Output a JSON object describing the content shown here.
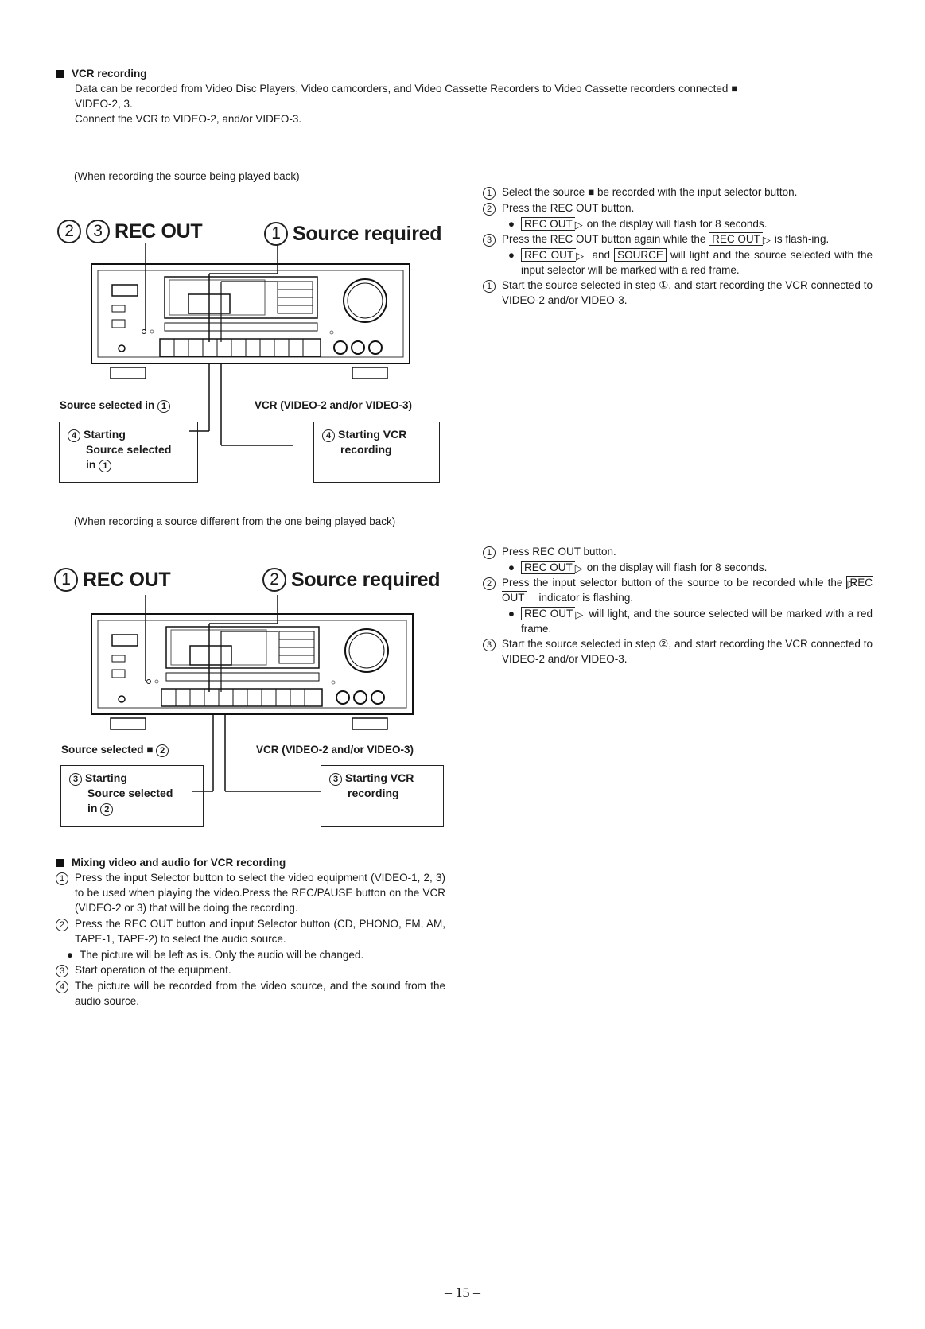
{
  "section1": {
    "heading": "VCR recording",
    "intro_line1": "Data can be recorded from Video Disc Players, Video camcorders, and Video Cassette Recorders to Video Cassette recorders connected ■",
    "intro_line2": "VIDEO-2, 3.",
    "intro_line3": "Connect the VCR to VIDEO-2, and/or VIDEO-3."
  },
  "case1": {
    "caption": "(When recording the source being played back)",
    "label_left": "REC OUT",
    "label_left_nums": [
      "2",
      "3"
    ],
    "label_right": "Source required",
    "label_right_num": "1",
    "source_selected_label": "Source selected in",
    "source_selected_num": "1",
    "vcr_label": "VCR (VIDEO-2 and/or VIDEO-3)",
    "box_left_num": "4",
    "box_left_lines": [
      "Starting",
      "Source selected",
      "in"
    ],
    "box_left_end_num": "1",
    "box_right_num": "4",
    "box_right_lines": [
      "Starting VCR",
      "recording"
    ],
    "steps": {
      "s1": "Select the source ■ be recorded with the input selector button.",
      "s2": "Press the REC OUT button.",
      "b1_box": "REC OUT",
      "b1_text": "on the display will flash for 8 seconds.",
      "s3_a": "Press the REC OUT button again while the",
      "s3_box": "REC OUT",
      "s3_b": "is flash-ing.",
      "b2_box1": "REC OUT",
      "b2_and": "and",
      "b2_box2": "SOURCE",
      "b2_text": "will light and the source selected with the input selector will be marked with a red frame.",
      "s4": "Start the source selected in step ①, and start recording the VCR connected to VIDEO-2 and/or VIDEO-3.",
      "nums": [
        "1",
        "2",
        "3",
        "1"
      ]
    }
  },
  "case2": {
    "caption": "(When recording a source different from the one being played back)",
    "label_left": "REC OUT",
    "label_left_num": "1",
    "label_right": "Source required",
    "label_right_num": "2",
    "source_selected_label": "Source selected ■",
    "source_selected_num": "2",
    "vcr_label": "VCR (VIDEO-2 and/or VIDEO-3)",
    "box_left_num": "3",
    "box_left_lines": [
      "Starting",
      "Source selected",
      "in"
    ],
    "box_left_end_num": "2",
    "box_right_num": "3",
    "box_right_lines": [
      "Starting VCR",
      "recording"
    ],
    "steps": {
      "s1": "Press REC OUT button.",
      "b1_box": "REC OUT",
      "b1_text": "on the display will flash for 8 seconds.",
      "s2_a": "Press the input selector button of the source to be recorded while the",
      "s2_box": "REC OUT",
      "s2_b": "indicator is flashing.",
      "b2_box": "REC OUT",
      "b2_text": "will light, and the source selected will be marked with a red frame.",
      "s3": "Start the source selected in step ②, and start recording the VCR connected to VIDEO-2 and/or VIDEO-3.",
      "nums": [
        "1",
        "2",
        "3"
      ]
    }
  },
  "section3": {
    "heading": "Mixing video and audio for VCR recording",
    "s1": "Press the input Selector button to select the video equipment (VIDEO-1, 2, 3) to be used when playing the video.Press the REC/PAUSE button on the VCR (VIDEO-2 or 3) that will be doing the recording.",
    "s2": "Press the REC OUT button and input Selector button (CD, PHONO, FM, AM, TAPE-1, TAPE-2) to select the audio source.",
    "b1": "The picture will be left as is. Only the audio will be changed.",
    "s3": "Start operation of the equipment.",
    "s4": "The picture will be recorded from the video source, and the sound from the audio source.",
    "nums": [
      "1",
      "2",
      "3",
      "4"
    ]
  },
  "footer": {
    "page_number": "– 15 –"
  }
}
